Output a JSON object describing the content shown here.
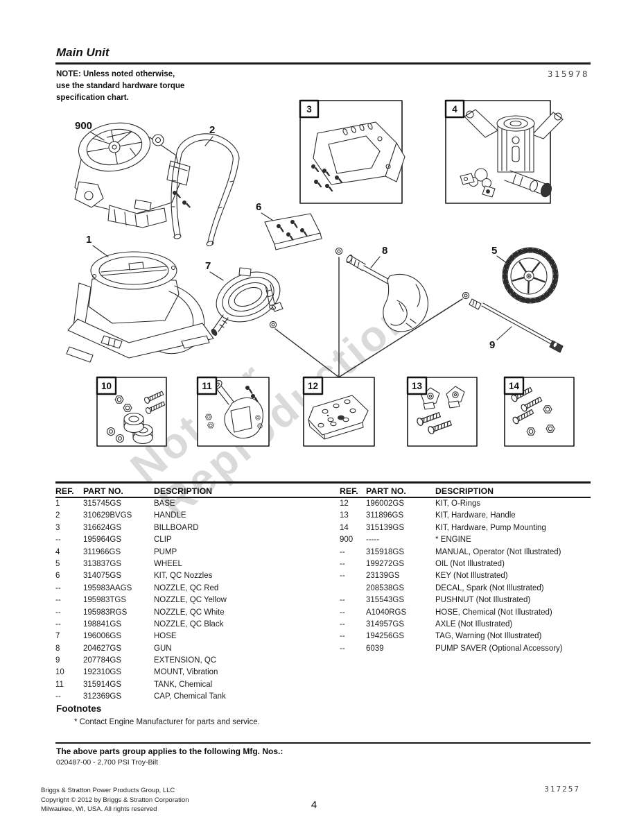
{
  "header": {
    "title": "Main Unit",
    "doc_number": "315978",
    "note_lines": [
      "NOTE: Unless noted otherwise,",
      "use the standard hardware torque",
      "specification chart."
    ]
  },
  "watermark": {
    "line1": "Not for",
    "line2": "Reproduction"
  },
  "diagram": {
    "labels": {
      "engine": "900",
      "base": "1",
      "handle": "2",
      "billboard": "3",
      "pump": "4",
      "wheel": "5",
      "nozzle_kit": "6",
      "hose": "7",
      "gun": "8",
      "extension": "9",
      "vibration_mount_kit": "10",
      "chemical_tank": "11",
      "oring_kit": "12",
      "handle_hardware_kit": "13",
      "pump_hardware_kit": "14"
    }
  },
  "parts_table": {
    "headers": [
      "REF.",
      "PART NO.",
      "DESCRIPTION"
    ],
    "left_rows": [
      [
        "1",
        "315745GS",
        "BASE"
      ],
      [
        "2",
        "310629BVGS",
        "HANDLE"
      ],
      [
        "3",
        "316624GS",
        "BILLBOARD"
      ],
      [
        "--",
        "195964GS",
        "CLIP"
      ],
      [
        "4",
        "311966GS",
        "PUMP"
      ],
      [
        "5",
        "313837GS",
        "WHEEL"
      ],
      [
        "6",
        "314075GS",
        "KIT, QC Nozzles"
      ],
      [
        "--",
        "195983AAGS",
        "NOZZLE, QC Red"
      ],
      [
        "--",
        "195983TGS",
        "NOZZLE, QC Yellow"
      ],
      [
        "--",
        "195983RGS",
        "NOZZLE, QC White"
      ],
      [
        "--",
        "198841GS",
        "NOZZLE, QC Black"
      ],
      [
        "7",
        "196006GS",
        "HOSE"
      ],
      [
        "8",
        "204627GS",
        "GUN"
      ],
      [
        "9",
        "207784GS",
        "EXTENSION, QC"
      ],
      [
        "10",
        "192310GS",
        "MOUNT, Vibration"
      ],
      [
        "11",
        "315914GS",
        "TANK, Chemical"
      ],
      [
        "--",
        "312369GS",
        "CAP, Chemical Tank"
      ]
    ],
    "right_rows": [
      [
        "12",
        "196002GS",
        "KIT, O-Rings"
      ],
      [
        "13",
        "311896GS",
        "KIT, Hardware, Handle"
      ],
      [
        "14",
        "315139GS",
        "KIT, Hardware, Pump Mounting"
      ],
      [
        "900",
        "-----",
        "* ENGINE"
      ],
      [
        "--",
        "315918GS",
        "MANUAL, Operator (Not Illustrated)"
      ],
      [
        "--",
        "199272GS",
        "OIL (Not Illustrated)"
      ],
      [
        "--",
        "23139GS",
        "KEY (Not Illustrated)"
      ],
      [
        "",
        "208538GS",
        "DECAL, Spark (Not Illustrated)"
      ],
      [
        "--",
        "315543GS",
        "PUSHNUT (Not Illustrated)"
      ],
      [
        "--",
        "A1040RGS",
        "HOSE, Chemical (Not Illustrated)"
      ],
      [
        "--",
        "314957GS",
        "AXLE (Not Illustrated)"
      ],
      [
        "--",
        "194256GS",
        "TAG, Warning (Not Illustrated)"
      ],
      [
        "--",
        "6039",
        "PUMP SAVER (Optional Accessory)"
      ]
    ]
  },
  "footnotes": {
    "heading": "Footnotes",
    "items": [
      "* Contact Engine Manufacturer for parts and service."
    ]
  },
  "mfg": {
    "heading": "The above parts group applies to the following Mfg. Nos.:",
    "items": [
      "020487-00 - 2,700 PSI Troy-Bilt"
    ]
  },
  "footer": {
    "lines": [
      "Briggs & Stratton Power Products Group, LLC",
      "Copyright © 2012 by Briggs & Stratton Corporation",
      "Milwaukee, WI, USA. All rights reserved"
    ],
    "page_number": "4",
    "doc_number": "317257"
  }
}
